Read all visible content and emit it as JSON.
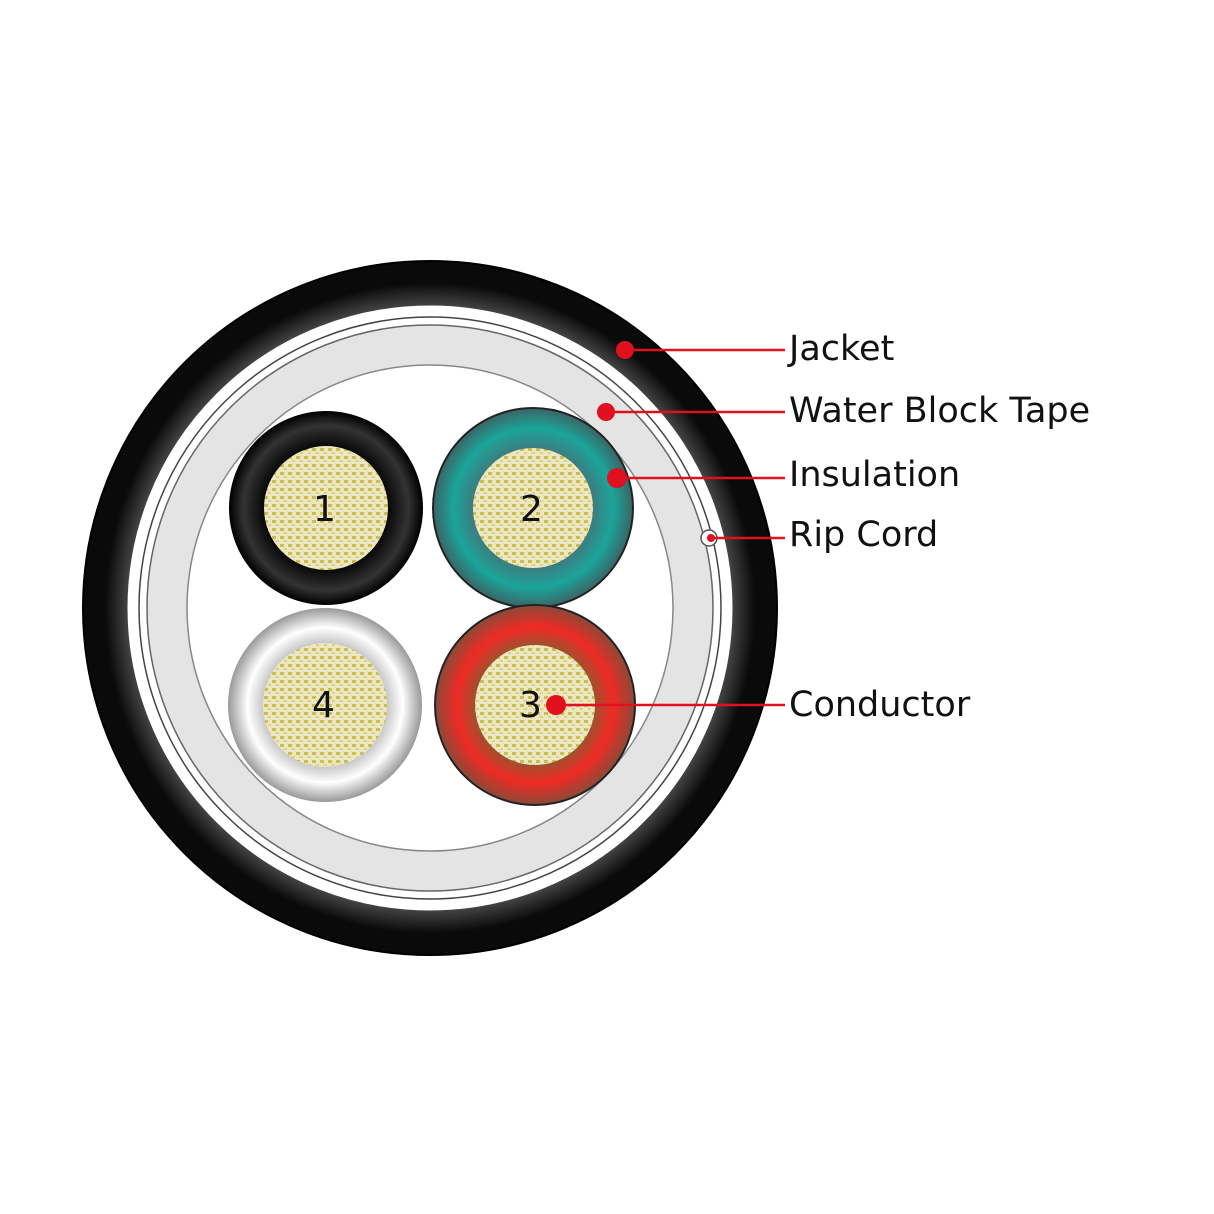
{
  "labels": {
    "jacket": "Jacket",
    "water_block_tape": "Water Block Tape",
    "insulation": "Insulation",
    "rip_cord": "Rip Cord",
    "conductor": "Conductor"
  },
  "conductors": [
    {
      "number": "1",
      "insulation_color": "#111111"
    },
    {
      "number": "2",
      "insulation_color": "#1aa59a"
    },
    {
      "number": "3",
      "insulation_color": "#e8302a"
    },
    {
      "number": "4",
      "insulation_color": "#f2f2f2"
    }
  ],
  "colors": {
    "leader": "#e0101e",
    "conductor_fill": "#e6dfa0",
    "jacket": "#111111"
  }
}
